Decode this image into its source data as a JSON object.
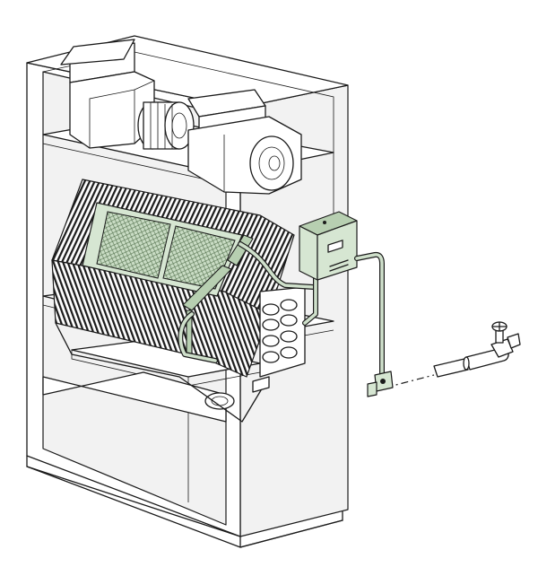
{
  "figure": {
    "components": [
      {
        "id": "cabinet",
        "icon": "furnace-cabinet"
      },
      {
        "id": "blower-left",
        "icon": "blower"
      },
      {
        "id": "blower-right",
        "icon": "blower"
      },
      {
        "id": "blower-motor",
        "icon": "motor"
      },
      {
        "id": "evaporator-coil",
        "icon": "a-coil"
      },
      {
        "id": "humidifier-pad",
        "icon": "mesh-panel"
      },
      {
        "id": "control-box",
        "icon": "junction-box"
      },
      {
        "id": "water-supply-line",
        "icon": "pipe"
      },
      {
        "id": "shutoff-valve",
        "icon": "gate-valve"
      },
      {
        "id": "saddle-tap",
        "icon": "tee-fitting"
      },
      {
        "id": "drain-fitting",
        "icon": "drain"
      }
    ],
    "colors": {
      "line": "#1a1a1a",
      "accessory_fill": "#d6e6d2",
      "accessory_shade": "#b7cfb1",
      "cabinet_fill": "#ffffff",
      "panel_fill": "#f2f2f2"
    }
  }
}
